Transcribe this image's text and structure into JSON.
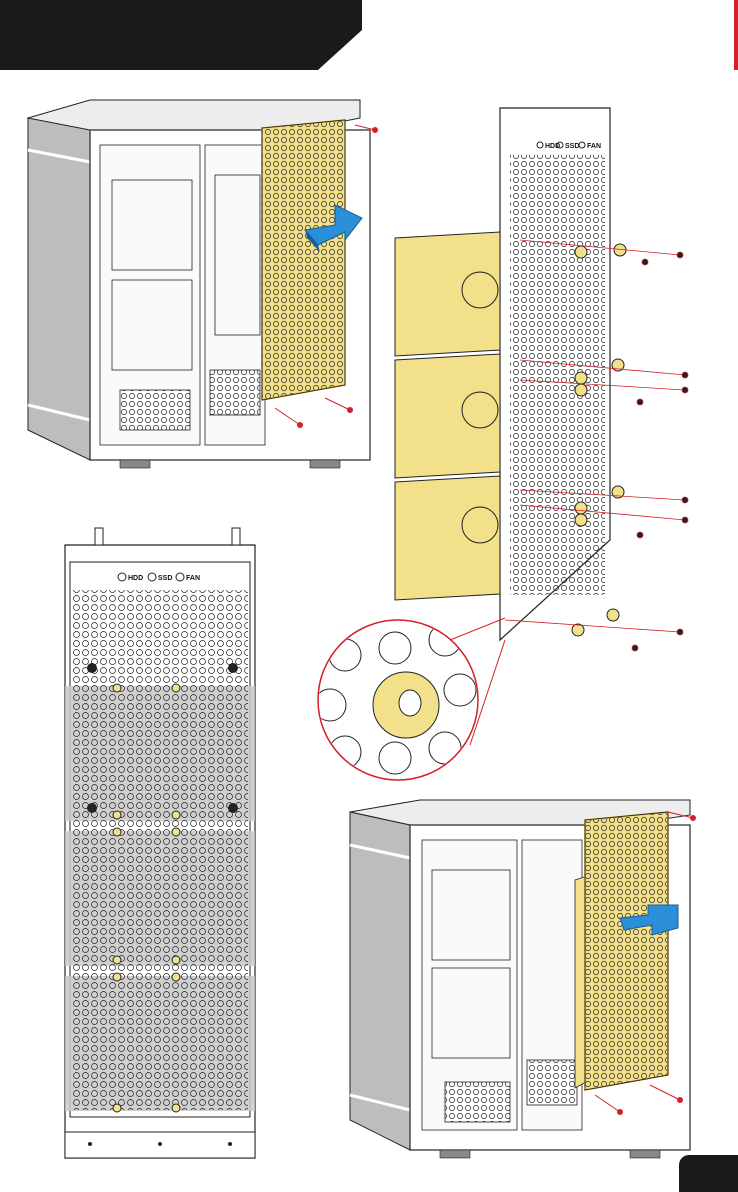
{
  "colors": {
    "accent_red": "#d4202a",
    "highlight_yellow": "#f2e08a",
    "yellow_stroke": "#c9a227",
    "arrow_blue": "#2a8fd6",
    "dark": "#1a1a1a",
    "panel_gray": "#c8c8c8"
  },
  "tray_labels": {
    "hdd": "HDD",
    "ssd": "SSD",
    "fan": "FAN"
  },
  "page_number": "",
  "icons": [
    "screw-icon",
    "rubber-grommet-icon",
    "removal-arrow-icon",
    "install-arrow-icon"
  ]
}
